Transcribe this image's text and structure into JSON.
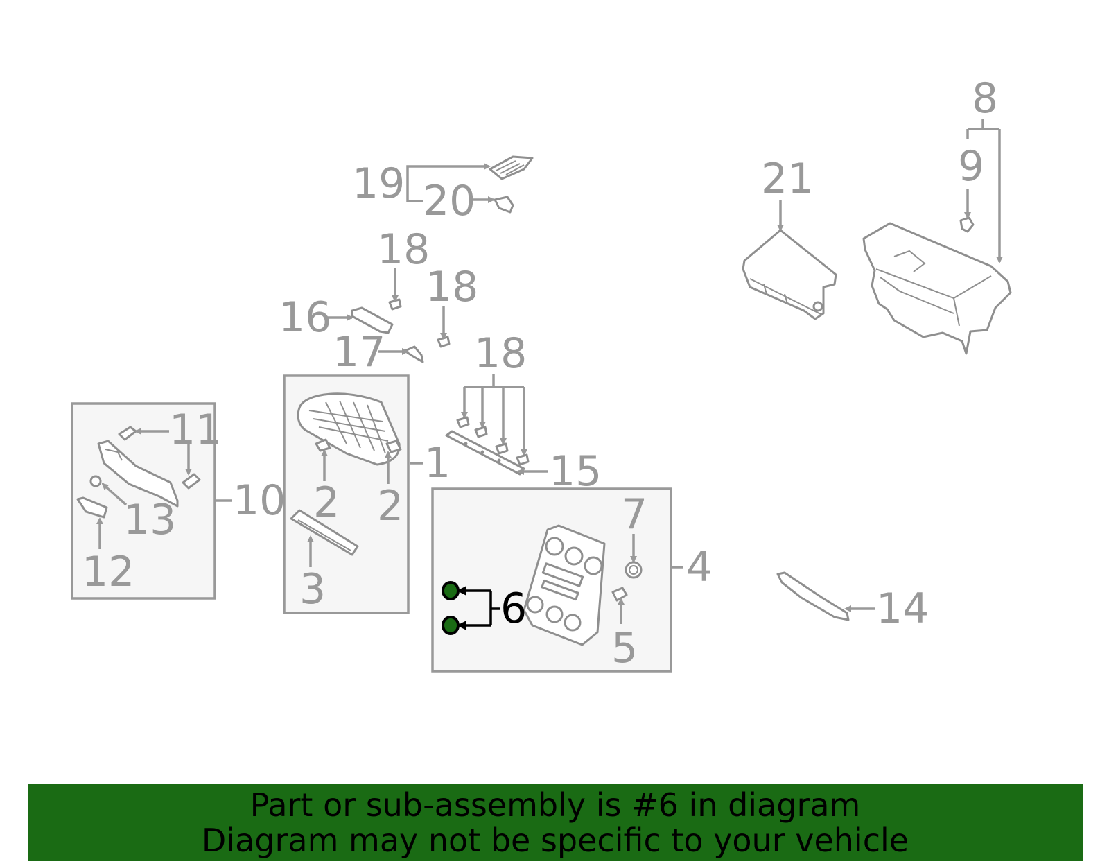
{
  "diagram": {
    "highlight_color": "#1a6b14",
    "highlighted_callout": "6",
    "callouts": {
      "c1": "1",
      "c2a": "2",
      "c2b": "2",
      "c3": "3",
      "c4": "4",
      "c5": "5",
      "c6": "6",
      "c7": "7",
      "c8": "8",
      "c9": "9",
      "c10": "10",
      "c11": "11",
      "c12": "12",
      "c13": "13",
      "c14": "14",
      "c15": "15",
      "c16": "16",
      "c17": "17",
      "c18a": "18",
      "c18b": "18",
      "c18c": "18",
      "c19": "19",
      "c20": "20",
      "c21": "21"
    }
  },
  "banner": {
    "background": "#1a6b14",
    "line1": "Part or sub-assembly is #6 in diagram",
    "line2": "Diagram may not be specific to your vehicle"
  }
}
